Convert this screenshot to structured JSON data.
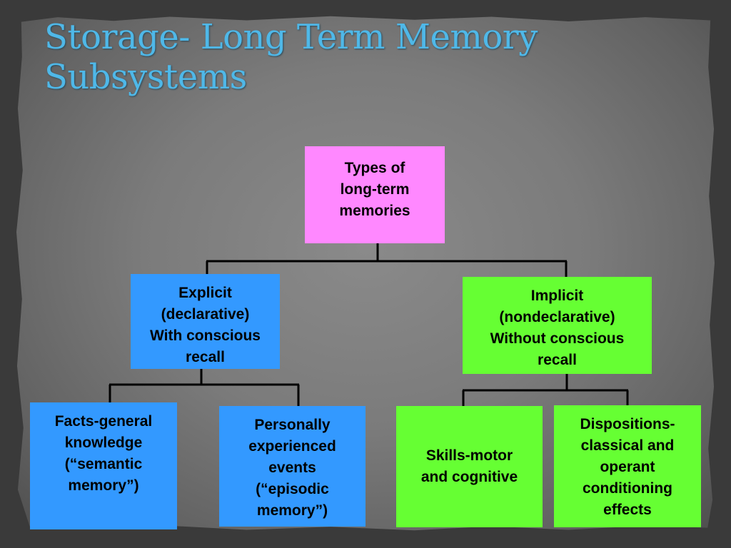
{
  "title": {
    "line1": "Storage- Long Term Memory",
    "line2": "Subsystems"
  },
  "diagram": {
    "root": {
      "label": "Types of\nlong-term\nmemories",
      "color": "#ff88ff"
    },
    "explicit": {
      "label": "Explicit\n(declarative)\nWith conscious\nrecall",
      "color": "#3399ff"
    },
    "implicit": {
      "label": "Implicit\n(nondeclarative)\nWithout  conscious\nrecall",
      "color": "#66ff33"
    },
    "semantic": {
      "label": "Facts-general\nknowledge\n(“semantic\nmemory”)",
      "color": "#3399ff"
    },
    "episodic": {
      "label": "Personally\nexperienced\nevents\n(“episodic\nmemory”)",
      "color": "#3399ff"
    },
    "skills": {
      "label": "Skills-motor\nand cognitive",
      "color": "#66ff33"
    },
    "dispositions": {
      "label": "Dispositions-\nclassical and\noperant\nconditioning\neffects",
      "color": "#66ff33"
    }
  },
  "colors": {
    "title": "#4fb8e8",
    "connector": "#000000",
    "background": "#7b7b7b"
  }
}
